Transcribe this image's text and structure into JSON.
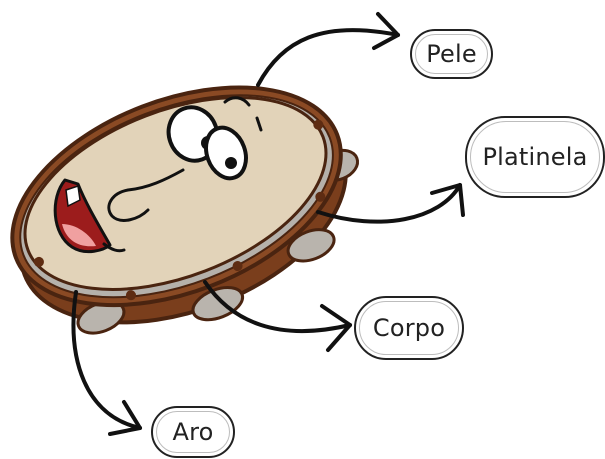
{
  "labels": {
    "pele": "Pele",
    "platinela": "Platinela",
    "corpo": "Corpo",
    "aro": "Aro"
  },
  "colors": {
    "frame": "#7a3e1c",
    "frame_dark": "#4a2410",
    "drum_head": "#e2d3b9",
    "jingle": "#b9b4ad",
    "arrow": "#111111",
    "mouth": "#9c1c1c",
    "tongue": "#f0a0a0"
  },
  "icons": [
    "tambourine-illustration",
    "arrow-to-pele",
    "arrow-to-platinela",
    "arrow-to-corpo",
    "arrow-to-aro"
  ]
}
